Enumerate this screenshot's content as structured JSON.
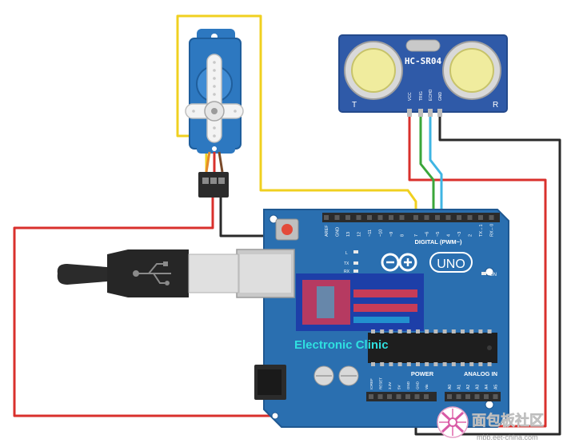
{
  "sensor": {
    "model": "HC-SR04",
    "pins": [
      "VCC",
      "TRIG",
      "ECHO",
      "GND"
    ],
    "corner_left": "T",
    "corner_right": "R"
  },
  "board": {
    "model": "UNO",
    "header_digital_label": "DIGITAL (PWM~)",
    "digital_pins": [
      "AREF",
      "GND",
      "13",
      "12",
      "~11",
      "~10",
      "~9",
      "8",
      "7",
      "~6",
      "~5",
      "4",
      "~3",
      "2",
      "TX→1",
      "RX←0"
    ],
    "led_labels": [
      "L",
      "TX",
      "RX"
    ],
    "on_label": "ON",
    "power_label": "POWER",
    "power_pins": [
      "IOREF",
      "RESET",
      "3.3V",
      "5V",
      "GND",
      "GND",
      "Vin"
    ],
    "analog_label": "ANALOG IN",
    "analog_pins": [
      "A0",
      "A1",
      "A2",
      "A3",
      "A4",
      "A5"
    ]
  },
  "overlay": {
    "text": "Electronic Clinic"
  },
  "watermark": {
    "text_cn": "面包板社区",
    "url": "mbb.eet-china.com"
  },
  "colors": {
    "board": "#2a6fb0",
    "board_edge": "#1f5891",
    "header": "#2b2b2b",
    "wire_red": "#d9302c",
    "wire_yellow": "#f0d020",
    "wire_black": "#2a2a2a",
    "wire_green": "#3aa63a",
    "wire_blue": "#3fb5e3",
    "servo": "#2d78c0",
    "sensor": "#2f5aa8",
    "overlay_text": "#2fe0e0"
  }
}
